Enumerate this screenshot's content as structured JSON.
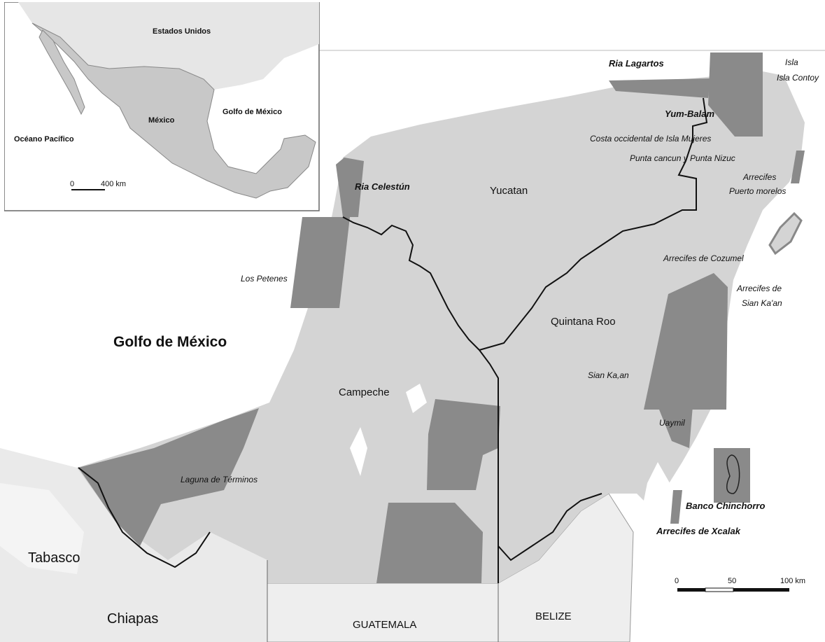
{
  "colors": {
    "land_peninsula": "#d4d4d4",
    "land_neighbour": "#eaeaea",
    "protected_area": "#8a8a8a",
    "water": "#ffffff",
    "border": "#111111"
  },
  "main_map": {
    "sea_label": "Golfo de México",
    "states": [
      "Yucatan",
      "Campeche",
      "Quintana Roo",
      "Tabasco",
      "Chiapas"
    ],
    "countries": [
      "GUATEMALA",
      "BELIZE"
    ],
    "protected_areas": {
      "ria_lagartos": "Ria Lagartos",
      "isla_contoy": "Isla Contoy",
      "yum_balam": "Yum-Balam",
      "costa_isla_mujeres": "Costa occidental de Isla Mujeres",
      "punta_cancun": "Punta cancun y Punta Nizuc",
      "arrecifes_puerto_morelos_1": "Arrecifes",
      "arrecifes_puerto_morelos_2": "Puerto morelos",
      "ria_celestun": "Ria Celestún",
      "los_petenes": "Los Petenes",
      "arrecifes_cozumel": "Arrecifes de Cozumel",
      "arrecifes_sian_kaan_1": "Arrecifes de",
      "arrecifes_sian_kaan_2": "Sian Ka'an",
      "sian_kaan": "Sian Ka,an",
      "uaymil": "Uaymil",
      "banco_chinchorro": "Banco Chinchorro",
      "arrecifes_xcalak": "Arrecifes de Xcalak",
      "laguna_terminos": "Laguna de Términos"
    },
    "scale_bar": {
      "ticks": [
        "0",
        "50",
        "100 km"
      ]
    }
  },
  "inset_map": {
    "labels": {
      "usa": "Estados Unidos",
      "mexico": "México",
      "gulf": "Golfo de México",
      "pacific": "Océano Pacífico"
    },
    "scale_bar": {
      "ticks": [
        "0",
        "400 km"
      ]
    }
  }
}
